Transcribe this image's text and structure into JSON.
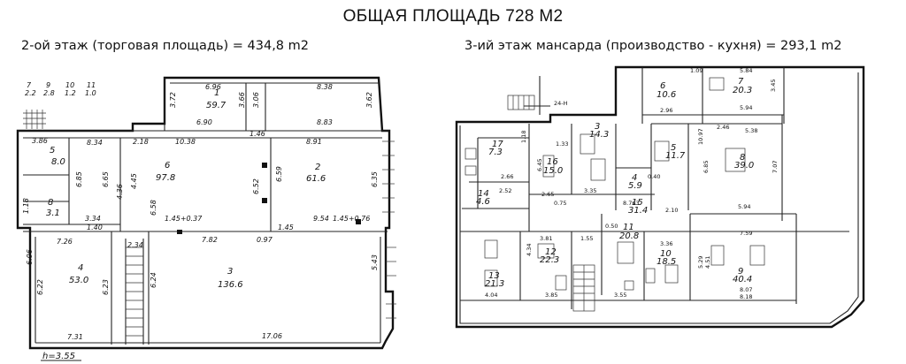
{
  "title": "ОБЩАЯ ПЛОЩАДЬ 728 М2",
  "floor2": {
    "caption": "2-ой этаж (торговая площадь) = 434,8 m2",
    "height_label": "h=3.55",
    "legend": [
      {
        "num": "7",
        "area": "2.2"
      },
      {
        "num": "9",
        "area": "2.8"
      },
      {
        "num": "10",
        "area": "1.2"
      },
      {
        "num": "11",
        "area": "1.0"
      }
    ],
    "rooms": [
      {
        "num": "1",
        "area": "59.7"
      },
      {
        "num": "2",
        "area": "61.6"
      },
      {
        "num": "3",
        "area": "136.6"
      },
      {
        "num": "4",
        "area": "53.0"
      },
      {
        "num": "5",
        "area": "8.0"
      },
      {
        "num": "6",
        "area": "97.8"
      },
      {
        "num": "8",
        "area": "3.1"
      }
    ],
    "dims": [
      "6.96",
      "8.38",
      "3.72",
      "3.66",
      "3.06",
      "3.62",
      "6.90",
      "8.83",
      "3.86",
      "8.34",
      "2.18",
      "10.38",
      "1.46",
      "8.91",
      "6.85",
      "6.65",
      "4.36",
      "4.45",
      "6.58",
      "6.52",
      "6.59",
      "6.35",
      "3.34",
      "1.45+0.37",
      "9.54",
      "1.45+0.76",
      "1.40",
      "7.26",
      "2.34",
      "7.82",
      "0.97",
      "1.45",
      "6.06",
      "6.22",
      "6.23",
      "6.24",
      "5.43",
      "7.31",
      "17.06",
      "1.18"
    ]
  },
  "floor3": {
    "caption": "3-ий этаж мансарда (производство - кухня) = 293,1 m2",
    "marker": "24-Н",
    "rooms": [
      {
        "num": "6",
        "area": "10.6"
      },
      {
        "num": "7",
        "area": "20.3"
      },
      {
        "num": "5",
        "area": "11.7"
      },
      {
        "num": "8",
        "area": "39.0"
      },
      {
        "num": "17",
        "area": "7.3"
      },
      {
        "num": "16",
        "area": "15.0"
      },
      {
        "num": "3",
        "area": "14.3"
      },
      {
        "num": "4",
        "area": "5.9"
      },
      {
        "num": "14",
        "area": "4.6"
      },
      {
        "num": "15",
        "area": "31.4"
      },
      {
        "num": "11",
        "area": "20.8"
      },
      {
        "num": "10",
        "area": "18.5"
      },
      {
        "num": "12",
        "area": "22.3"
      },
      {
        "num": "9",
        "area": "40.4"
      },
      {
        "num": "13",
        "area": "21.3"
      }
    ],
    "dims": [
      "5.84",
      "1.09",
      "2.96",
      "3.45",
      "5.94",
      "10.97",
      "2.46",
      "5.38",
      "7.07",
      "6.85",
      "5.94",
      "1.33",
      "1.18",
      "6.45",
      "2.65",
      "3.35",
      "8.763",
      "2.10",
      "7.59",
      "3.81",
      "4.34",
      "3.36",
      "5.29",
      "4.51",
      "4.04",
      "3.85",
      "3.55",
      "8.07",
      "8.18",
      "1.55",
      "0.40",
      "0.50",
      "0.75",
      "2.52",
      "2.66"
    ]
  }
}
